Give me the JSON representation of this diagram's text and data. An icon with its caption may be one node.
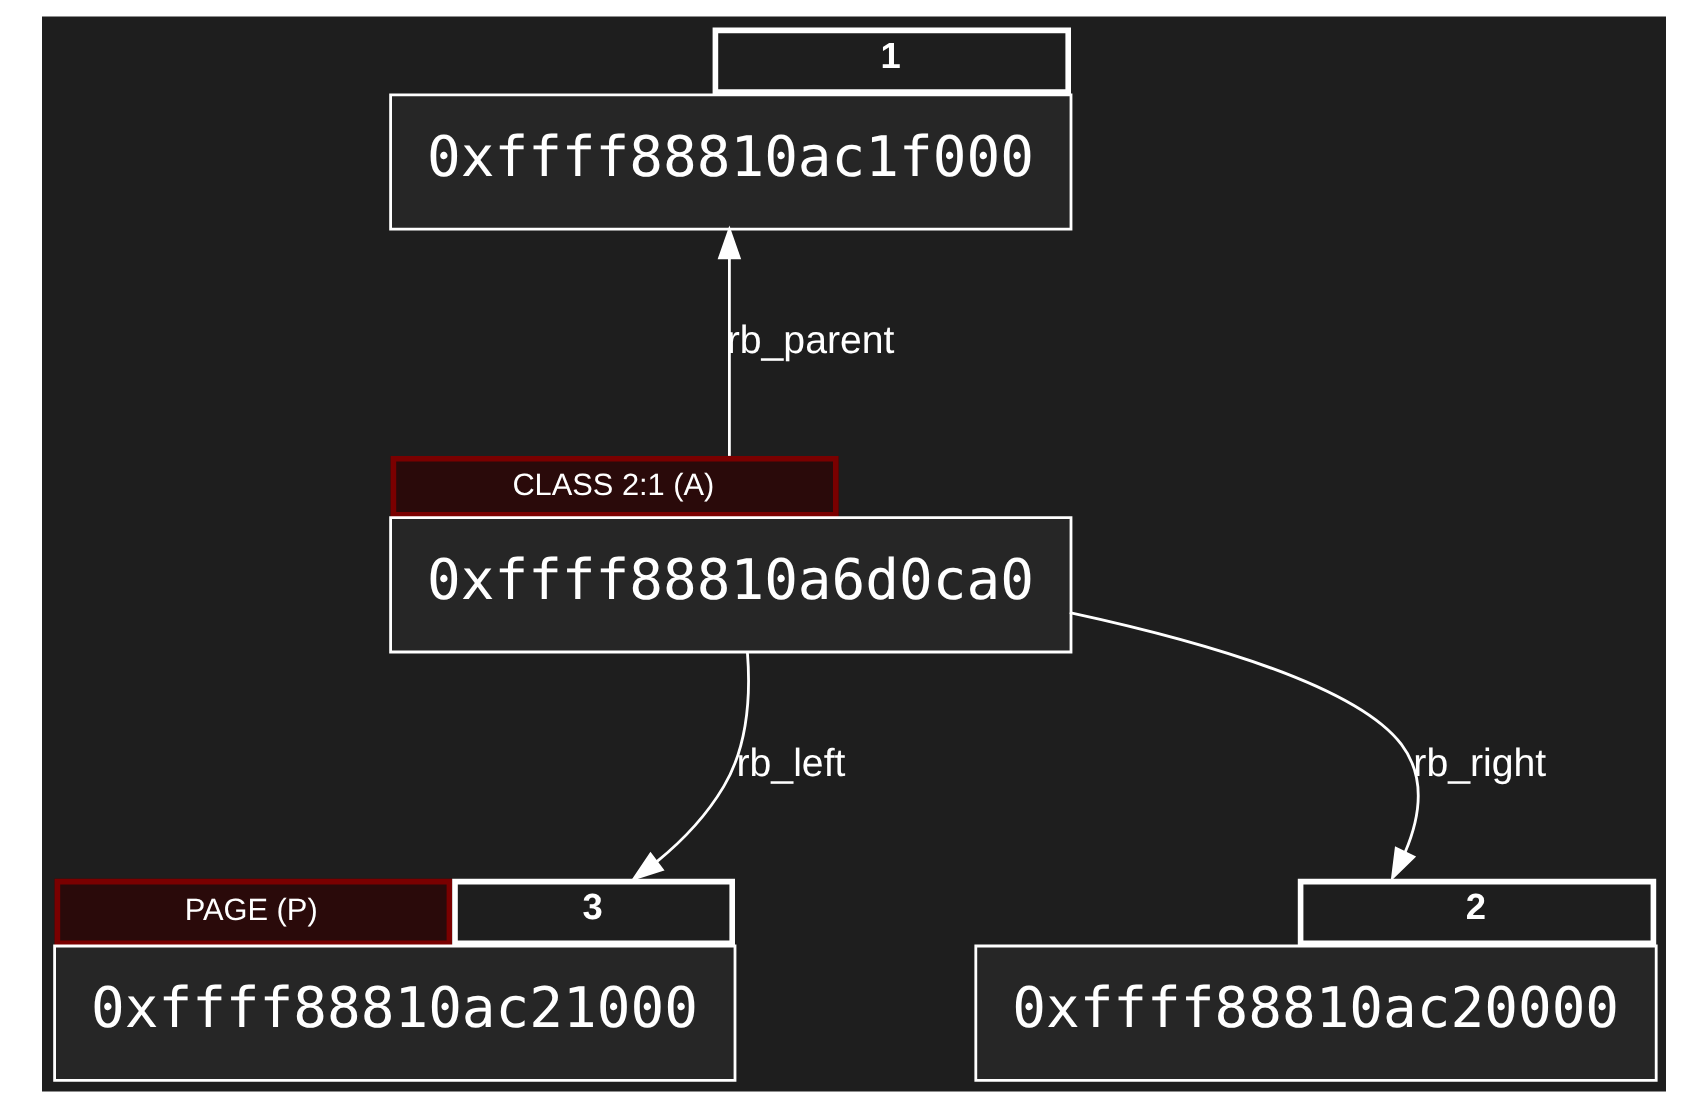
{
  "diagram": {
    "nodes": [
      {
        "text": [
          "0xffff88810ac1f000"
        ],
        "beside": [
          "1"
        ]
      },
      {
        "text": [
          "CLASS 2:1 (A)",
          "0xffff88810a6d0ca0"
        ]
      },
      {
        "text": [
          "PAGE (P)",
          "0xffff88810ac21000"
        ],
        "beside": [
          "3"
        ]
      },
      {
        "text": [
          "0xffff88810ac20000"
        ],
        "beside": [
          "2"
        ]
      }
    ],
    "edges": [
      {
        "from": 1,
        "to": 0,
        "arrow": "to",
        "label": "rb_parent"
      },
      {
        "from": 1,
        "to": 2,
        "arrow": "to",
        "label": "rb_left"
      },
      {
        "from": 1,
        "to": 3,
        "arrow": "to",
        "label": "rb_right"
      }
    ]
  }
}
